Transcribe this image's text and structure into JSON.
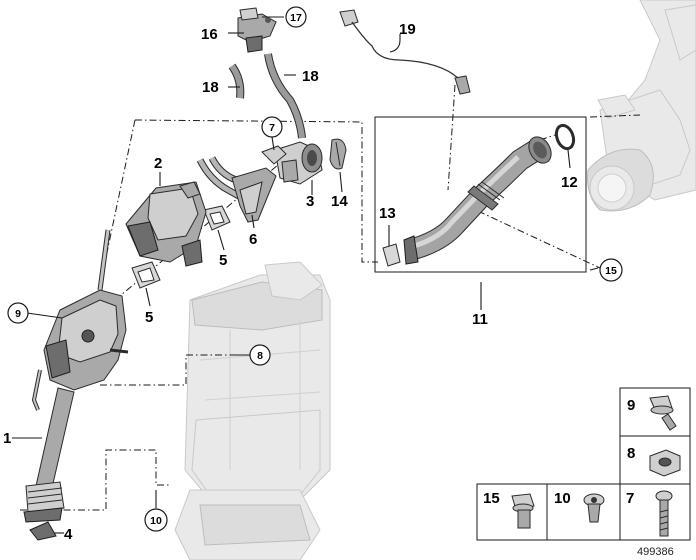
{
  "diagram": {
    "reference_number": "499386",
    "callouts": {
      "c1": "1",
      "c2": "2",
      "c3": "3",
      "c4": "4",
      "c5a": "5",
      "c5b": "5",
      "c6": "6",
      "c7": "7",
      "c8": "8",
      "c9": "9",
      "c10": "10",
      "c11": "11",
      "c12": "12",
      "c13": "13",
      "c14": "14",
      "c15": "15",
      "c16": "16",
      "c17": "17",
      "c18a": "18",
      "c18b": "18",
      "c19": "19"
    },
    "legend": {
      "item9": "9",
      "item8": "8",
      "item15": "15",
      "item10": "10",
      "item7": "7"
    }
  }
}
